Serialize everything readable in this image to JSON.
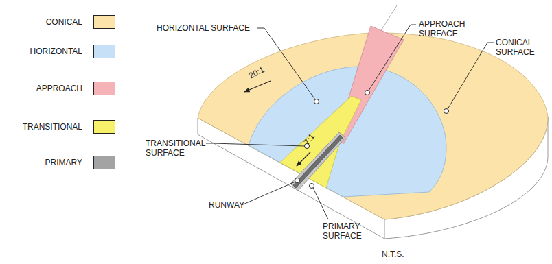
{
  "diagram": {
    "labels": [
      "HORIZONTAL SURFACE",
      "APPROACH SURFACE",
      "CONICAL SURFACE",
      "20:1",
      "7:1",
      "TRANSITIONAL SURFACE",
      "RUNWAY",
      "PRIMARY SURFACE",
      "N.T.S."
    ],
    "legend": [
      {
        "text": "CONICAL",
        "color": "#fbe3aa"
      },
      {
        "text": "HORIZONTAL",
        "color": "#c6e0f7"
      },
      {
        "text": "APPROACH",
        "color": "#f5b3b8"
      },
      {
        "text": "TRANSITIONAL",
        "color": "#f7f06a"
      },
      {
        "text": "PRIMARY",
        "color": "#a3a3a3"
      }
    ]
  }
}
